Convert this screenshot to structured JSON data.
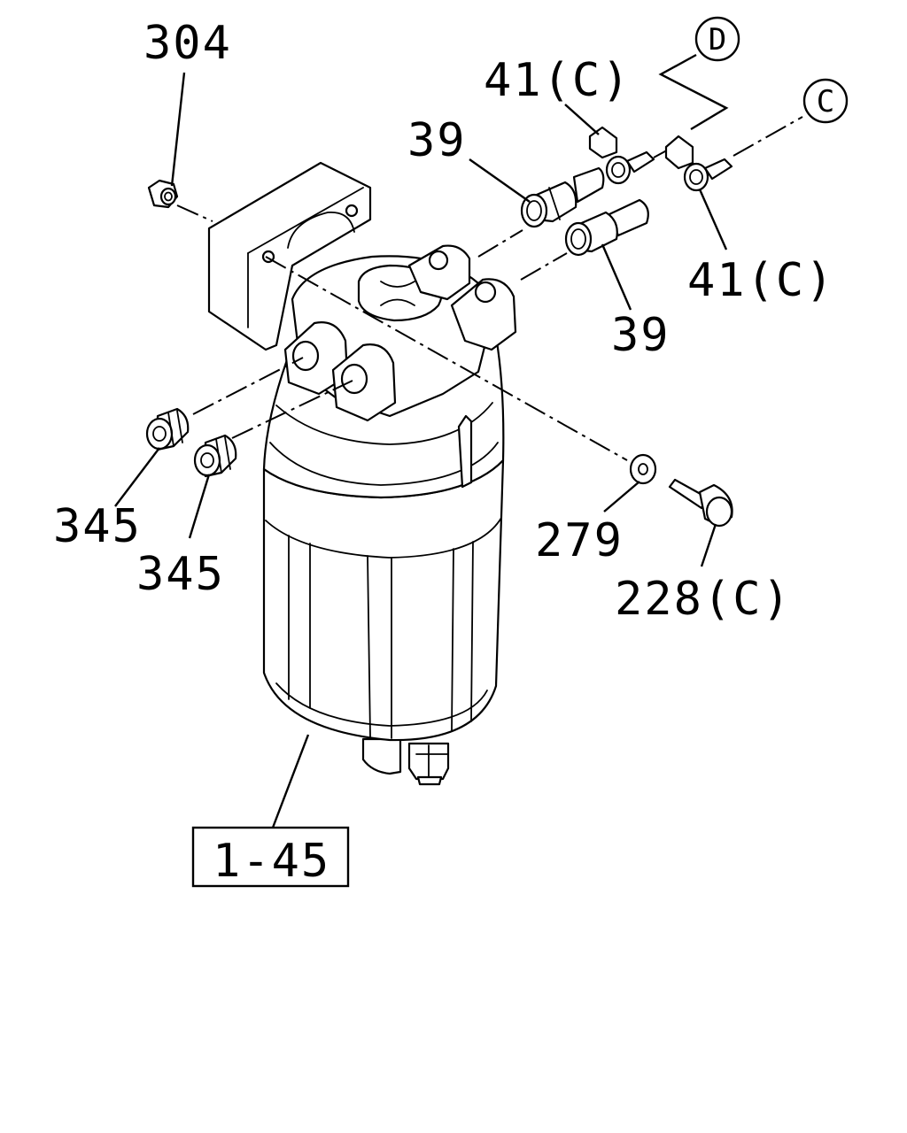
{
  "diagram": {
    "labels": {
      "nut_304": "304",
      "clip_41_upper": "41(C)",
      "fitting_39_upper": "39",
      "ref_D": "D",
      "ref_C": "C",
      "clip_41_lower": "41(C)",
      "fitting_39_lower": "39",
      "plug_345_left": "345",
      "plug_345_right": "345",
      "washer_279": "279",
      "bolt_228": "228(C)",
      "assembly_1_45": "1-45"
    },
    "colors": {
      "line": "#000000",
      "background": "#ffffff"
    }
  }
}
